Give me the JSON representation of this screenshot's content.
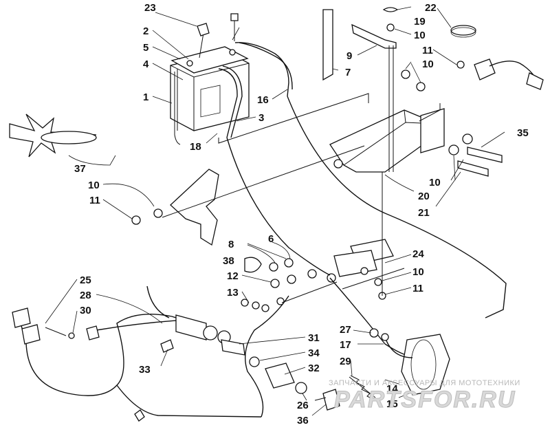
{
  "callouts": [
    {
      "id": "c1",
      "label": "1"
    },
    {
      "id": "c2",
      "label": "2"
    },
    {
      "id": "c3",
      "label": "3"
    },
    {
      "id": "c4",
      "label": "4"
    },
    {
      "id": "c5",
      "label": "5"
    },
    {
      "id": "c6",
      "label": "6"
    },
    {
      "id": "c7",
      "label": "7"
    },
    {
      "id": "c8",
      "label": "8"
    },
    {
      "id": "c9",
      "label": "9"
    },
    {
      "id": "c10a",
      "label": "10"
    },
    {
      "id": "c10b",
      "label": "10"
    },
    {
      "id": "c10c",
      "label": "10"
    },
    {
      "id": "c10d",
      "label": "10"
    },
    {
      "id": "c10e",
      "label": "10"
    },
    {
      "id": "c11a",
      "label": "11"
    },
    {
      "id": "c11b",
      "label": "11"
    },
    {
      "id": "c11c",
      "label": "11"
    },
    {
      "id": "c12",
      "label": "12"
    },
    {
      "id": "c13",
      "label": "13"
    },
    {
      "id": "c14",
      "label": "14"
    },
    {
      "id": "c15",
      "label": "15"
    },
    {
      "id": "c16",
      "label": "16"
    },
    {
      "id": "c17",
      "label": "17"
    },
    {
      "id": "c18",
      "label": "18"
    },
    {
      "id": "c19",
      "label": "19"
    },
    {
      "id": "c20",
      "label": "20"
    },
    {
      "id": "c21",
      "label": "21"
    },
    {
      "id": "c22",
      "label": "22"
    },
    {
      "id": "c23",
      "label": "23"
    },
    {
      "id": "c24",
      "label": "24"
    },
    {
      "id": "c25",
      "label": "25"
    },
    {
      "id": "c26",
      "label": "26"
    },
    {
      "id": "c27",
      "label": "27"
    },
    {
      "id": "c28",
      "label": "28"
    },
    {
      "id": "c29",
      "label": "29"
    },
    {
      "id": "c30",
      "label": "30"
    },
    {
      "id": "c31",
      "label": "31"
    },
    {
      "id": "c32",
      "label": "32"
    },
    {
      "id": "c33",
      "label": "33"
    },
    {
      "id": "c34",
      "label": "34"
    },
    {
      "id": "c35",
      "label": "35"
    },
    {
      "id": "c36",
      "label": "36"
    },
    {
      "id": "c37",
      "label": "37"
    },
    {
      "id": "c38",
      "label": "38"
    }
  ],
  "watermark": {
    "tagline": "ЗАПЧАСТИ И АКСЕССУАРЫ ДЛЯ МОТОТЕХНИКИ",
    "brand": "PARTSFOR.RU"
  },
  "colors": {
    "line": "#111111",
    "background": "#ffffff",
    "watermark": "#c8c8c8"
  }
}
